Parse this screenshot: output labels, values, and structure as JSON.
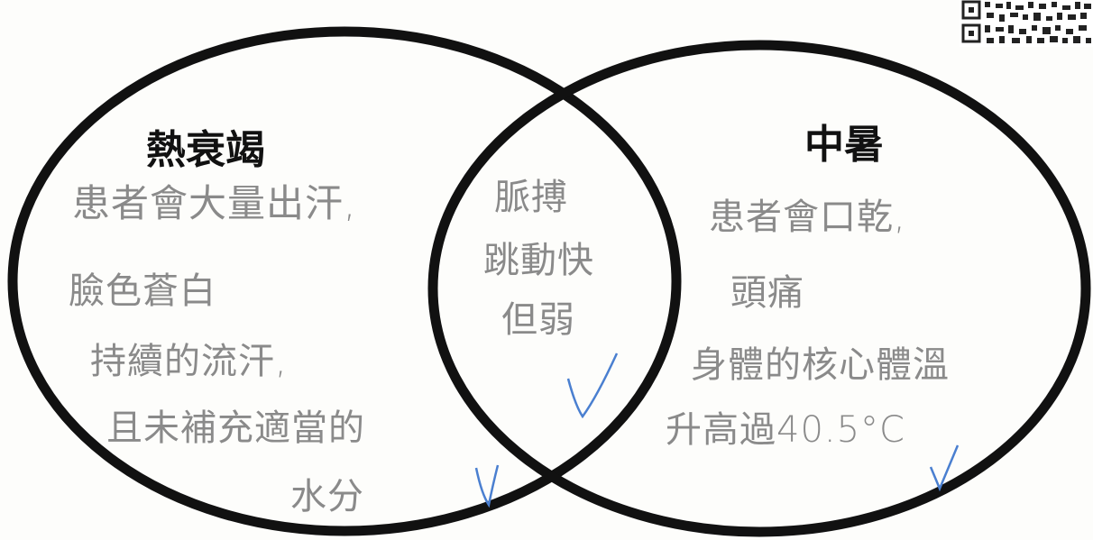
{
  "diagram": {
    "type": "venn",
    "left_circle": {
      "title": "熱衰竭",
      "lines": [
        "患者會大量出汗,",
        "臉色蒼白",
        "持續的流汗,",
        "且未補充適當的",
        "水分"
      ]
    },
    "right_circle": {
      "title": "中暑",
      "lines": [
        "患者會口乾,",
        "頭痛",
        "身體的核心體溫",
        "升高過40.5°C"
      ]
    },
    "overlap": {
      "lines": [
        "脈搏",
        "跳動快",
        "但弱"
      ]
    },
    "marks": {
      "check_color": "#4a7fd0",
      "ink_color": "#111111"
    }
  }
}
